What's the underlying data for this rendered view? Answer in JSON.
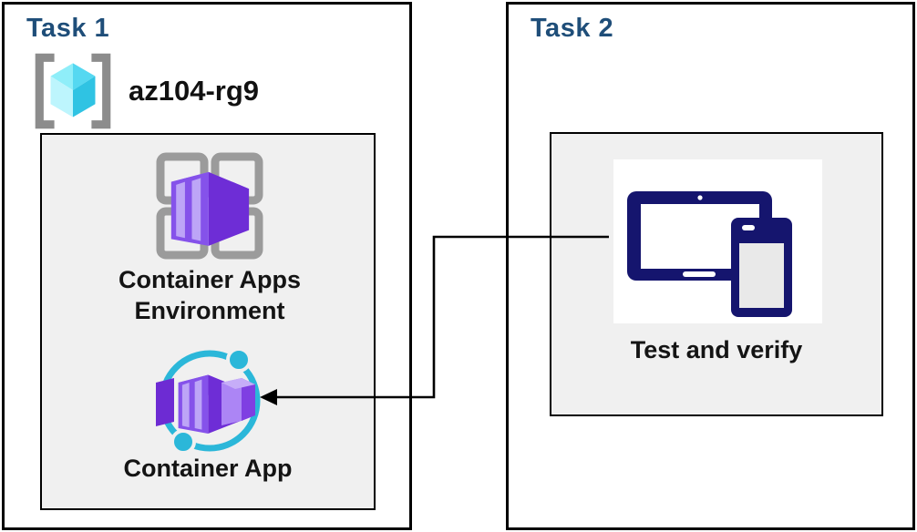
{
  "task1": {
    "title": "Task 1",
    "resource_group": {
      "name": "az104-rg9"
    },
    "environment": {
      "label": "Container Apps Environment"
    },
    "container_app": {
      "label": "Container App"
    }
  },
  "task2": {
    "title": "Task 2",
    "test": {
      "label": "Test and verify"
    }
  },
  "connector": {
    "type": "arrow",
    "from": "test-and-verify",
    "to": "container-app"
  },
  "icons": {
    "resource_group": "resource-group-icon",
    "environment": "container-apps-environment-icon",
    "container_app": "container-app-icon",
    "test": "tablet-phone-icon"
  },
  "colors": {
    "title_blue": "#1F4E79",
    "container_purple": "#8552EA",
    "container_purple_dark": "#6E2DD6",
    "container_purple_light": "#BDA5F7",
    "cyan_accent": "#2BB7D9",
    "resource_cube_cyan": "#55D8F1",
    "device_navy": "#15156E",
    "grid_gray": "#9B9B9B",
    "inner_box_bg": "#F0F0F0",
    "border_black": "#000000"
  }
}
